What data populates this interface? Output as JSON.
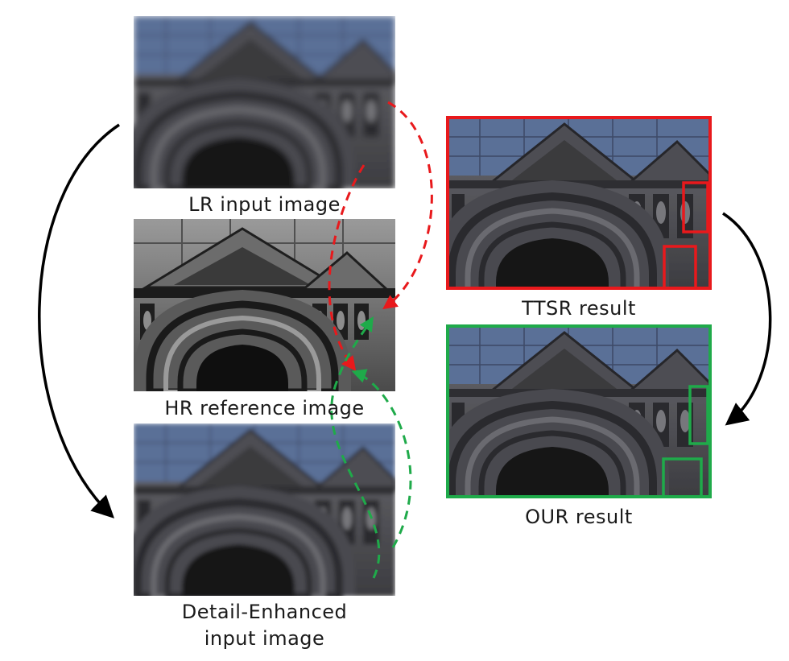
{
  "captions": {
    "lr_input": "LR input image",
    "hr_reference": "HR reference image",
    "detail_enhanced_line1": "Detail-Enhanced",
    "detail_enhanced_line2": "input image",
    "ttsr_result": "TTSR result",
    "our_result": "OUR result"
  },
  "colors": {
    "ttsr_frame": "#e8191c",
    "our_frame": "#1faa4a",
    "lr_match_arrow": "#e8191c",
    "enhance_match_arrow": "#1faa4a",
    "flow_arrow": "#000000",
    "sky": "#5a6f97",
    "stone": "#5a5a5e",
    "stone_dark": "#2a2a2e",
    "doorway": "#141416"
  }
}
